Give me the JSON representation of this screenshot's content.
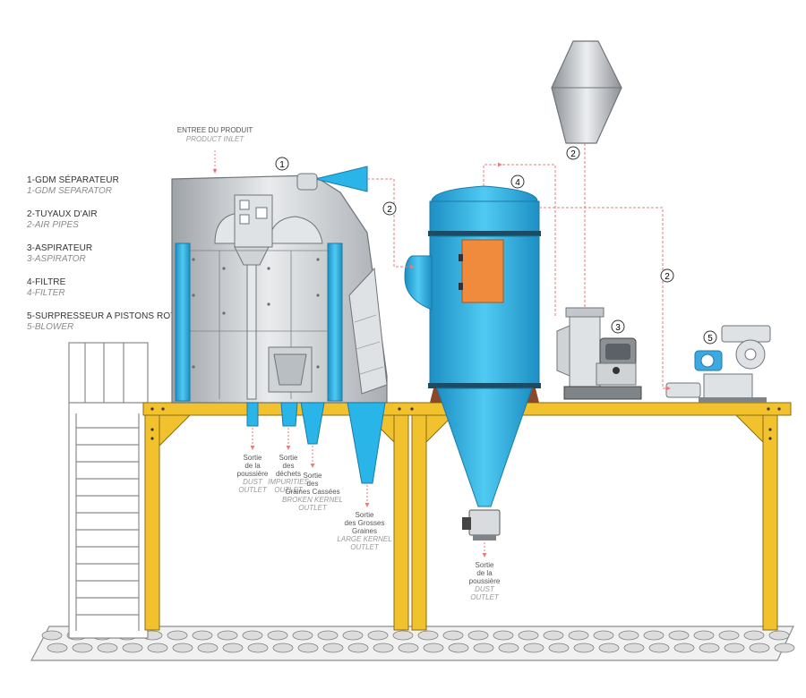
{
  "legend": [
    {
      "fr": "1-GDM SÉPARATEUR",
      "en": "1-GDM SEPARATOR"
    },
    {
      "fr": "2-TUYAUX D'AIR",
      "en": "2-AIR PIPES"
    },
    {
      "fr": "3-ASPIRATEUR",
      "en": "3-ASPIRATOR"
    },
    {
      "fr": "4-FILTRE",
      "en": "4-FILTER"
    },
    {
      "fr": "5-SURPRESSEUR A PISTONS ROTATIF",
      "en": "5-BLOWER"
    }
  ],
  "product_inlet": {
    "fr": "ENTREE DU PRODUIT",
    "en": "PRODUCT INLET"
  },
  "markers": {
    "separator": "1",
    "air_pipes": "2",
    "aspirator": "3",
    "filter": "4",
    "blower": "5"
  },
  "outlets": {
    "dust": {
      "fr": [
        "Sortie",
        "de la",
        "poussière"
      ],
      "en": [
        "DUST",
        "OUTLET"
      ]
    },
    "impurities": {
      "fr": [
        "Sortie",
        "des",
        "déchets"
      ],
      "en": [
        "IMPURITIES",
        "OUTLET"
      ]
    },
    "broken": {
      "fr": [
        "Sortie",
        "des",
        "Graines Cassées"
      ],
      "en": [
        "BROKEN KERNEL",
        "OUTLET"
      ]
    },
    "large": {
      "fr": [
        "Sortie",
        "des Grosses",
        "Graines"
      ],
      "en": [
        "LARGE KERNEL",
        "OUTLET"
      ]
    },
    "filter_dust": {
      "fr": [
        "Sortie",
        "de la",
        "poussière"
      ],
      "en": [
        "DUST",
        "OUTLET"
      ]
    }
  },
  "colors": {
    "cyan": "#29b5e8",
    "steel": "#c8cbcf",
    "frame": "#f2c12e",
    "filter_door": "#f08a3c",
    "pipe": "#e87a7a",
    "ground": "#9a9a9a"
  }
}
